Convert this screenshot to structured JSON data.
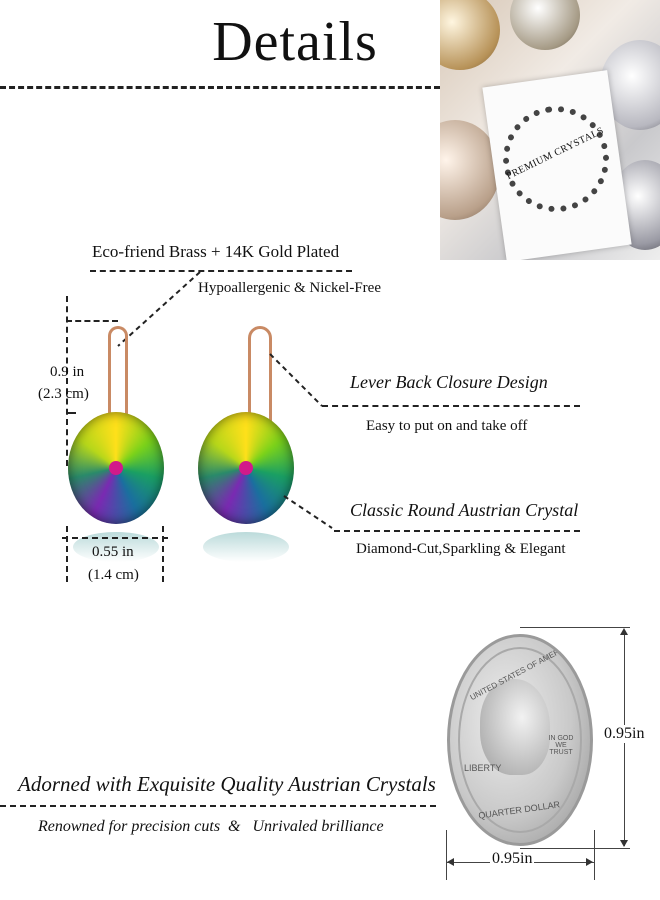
{
  "header": {
    "title": "Details"
  },
  "product_photo": {
    "tag_text": "PREMIUM CRYSTALS"
  },
  "features": [
    {
      "title": "Eco-friend Brass + 14K Gold Plated",
      "subtitle": "Hypoallergenic & Nickel-Free"
    },
    {
      "title": "Lever Back Closure Design",
      "subtitle": "Easy to put on and take off"
    },
    {
      "title": "Classic Round Austrian Crystal",
      "subtitle": "Diamond-Cut,Sparkling & Elegant"
    }
  ],
  "dimensions": {
    "height_in": "0.9 in",
    "height_cm": "(2.3 cm)",
    "width_in": "0.55 in",
    "width_cm": "(1.4 cm)"
  },
  "coin": {
    "top_text": "UNITED STATES OF AMERICA",
    "left_text": "LIBERTY",
    "motto": "IN GOD WE TRUST",
    "bottom_text": "QUARTER DOLLAR",
    "height_label": "0.95in",
    "width_label": "0.95in"
  },
  "footer": {
    "headline": "Adorned with Exquisite Quality Austrian Crystals",
    "tagline": "Renowned for precision cuts  &   Unrivaled brilliance"
  },
  "colors": {
    "rose_gold": "#c98a64",
    "crystal_colors": [
      "#ffe01a",
      "#7bd21a",
      "#1a9f63",
      "#1a6f9f",
      "#7a2ab2"
    ]
  }
}
